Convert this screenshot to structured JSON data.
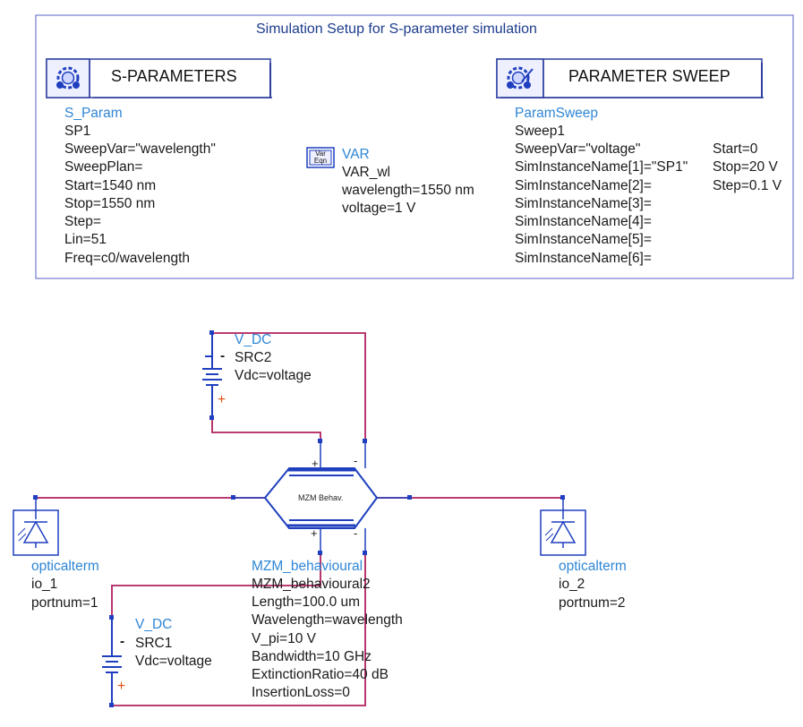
{
  "setup_box": {
    "caption": "Simulation Setup for S-parameter simulation"
  },
  "sparam": {
    "title": "S-PARAMETERS",
    "type": "S_Param",
    "lines": [
      "SP1",
      "SweepVar=\"wavelength\"",
      "SweepPlan=",
      "Start=1540 nm",
      "Stop=1550 nm",
      "Step=",
      "Lin=51",
      "Freq=c0/wavelength"
    ]
  },
  "var": {
    "icon_top": "Var",
    "icon_bottom": "Eqn",
    "type": "VAR",
    "lines": [
      "VAR_wl",
      "wavelength=1550 nm",
      "voltage=1 V"
    ]
  },
  "sweep": {
    "title": "PARAMETER SWEEP",
    "type": "ParamSweep",
    "lines": [
      "Sweep1",
      "SweepVar=\"voltage\"",
      "SimInstanceName[1]=\"SP1\"",
      "SimInstanceName[2]=",
      "SimInstanceName[3]=",
      "SimInstanceName[4]=",
      "SimInstanceName[5]=",
      "SimInstanceName[6]="
    ],
    "range_lines": [
      "Start=0",
      "Stop=20 V",
      "Step=0.1 V"
    ]
  },
  "src2": {
    "type": "V_DC",
    "lines": [
      "SRC2",
      "Vdc=voltage"
    ]
  },
  "src1": {
    "type": "V_DC",
    "lines": [
      "SRC1",
      "Vdc=voltage"
    ]
  },
  "mzm": {
    "symbol_label": "MZM Behav.",
    "type": "MZM_behavioural",
    "lines": [
      "MZM_behavioural2",
      "Length=100.0 um",
      "Wavelength=wavelength",
      "V_pi=10 V",
      "Bandwidth=10 GHz",
      "ExtinctionRatio=40 dB",
      "InsertionLoss=0"
    ]
  },
  "term1": {
    "type": "opticalterm",
    "lines": [
      "io_1",
      "portnum=1"
    ]
  },
  "term2": {
    "type": "opticalterm",
    "lines": [
      "io_2",
      "portnum=2"
    ]
  },
  "polarity": {
    "plus": "+",
    "minus": "-"
  },
  "colors": {
    "wire": "#b0205f",
    "pin": "#1f3fbf",
    "frame": "#3b4fb8",
    "component_text": "#1a1a1a",
    "name_text": "#2e86d6",
    "plus_sign": "#e05010"
  }
}
